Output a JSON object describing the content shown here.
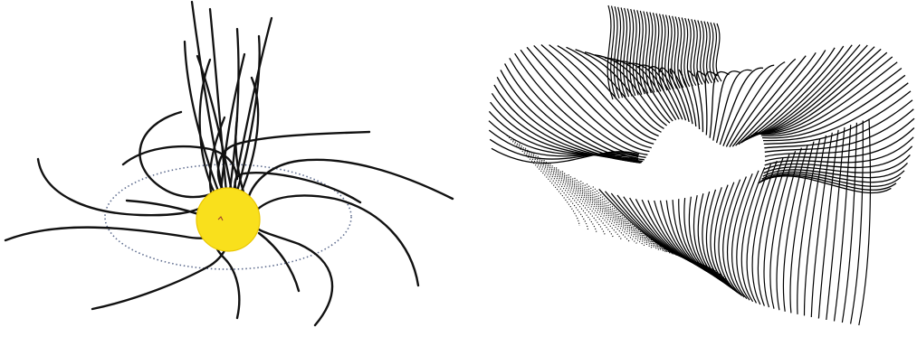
{
  "figure": {
    "panels": [
      {
        "id": "left",
        "description_name": "spiral-field-line-diagram",
        "colors": {
          "sun_fill": "#f9e01c",
          "sun_edge": "#e7c800",
          "field_lines": "#111111",
          "orbit": "#5f6d8f"
        }
      },
      {
        "id": "right",
        "description_name": "warped-current-sheet-line-surface",
        "colors": {
          "lines": "#000000"
        }
      }
    ]
  }
}
